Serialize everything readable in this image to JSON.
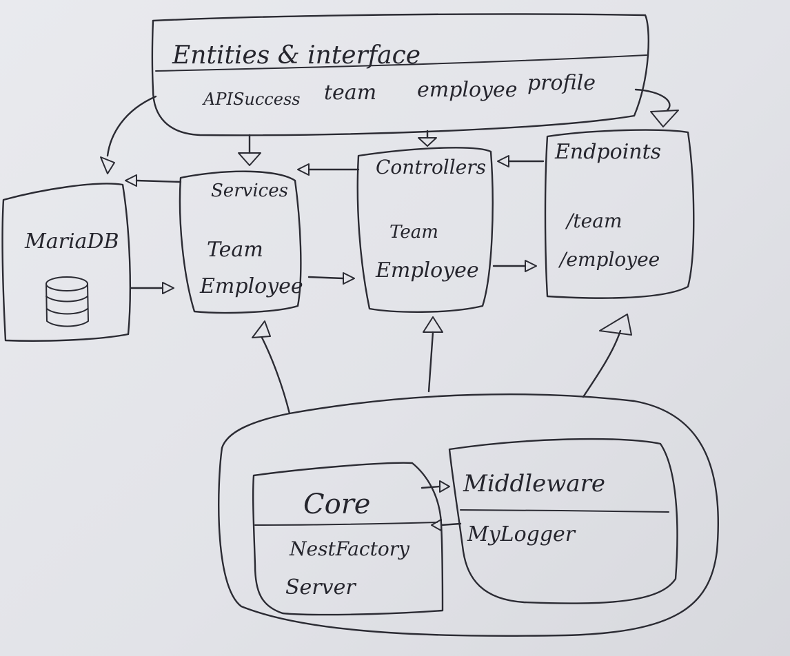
{
  "entities": {
    "title": "Entities & interface",
    "items": [
      "APISuccess",
      "team",
      "employee",
      "profile"
    ]
  },
  "mariadb": {
    "title": "MariaDB",
    "icon": "database-icon"
  },
  "services": {
    "title": "Services",
    "items": [
      "Team",
      "Employee"
    ]
  },
  "controllers": {
    "title": "Controllers",
    "items": [
      "Team",
      "Employee"
    ]
  },
  "endpoints": {
    "title": "Endpoints",
    "items": [
      "/team",
      "/employee"
    ]
  },
  "core": {
    "title": "Core",
    "items": [
      "NestFactory",
      "Server"
    ]
  },
  "middleware": {
    "title": "Middleware",
    "items": [
      "MyLogger"
    ]
  },
  "colors": {
    "ink": "#2b2b33",
    "paper": "#e6e7eb"
  }
}
